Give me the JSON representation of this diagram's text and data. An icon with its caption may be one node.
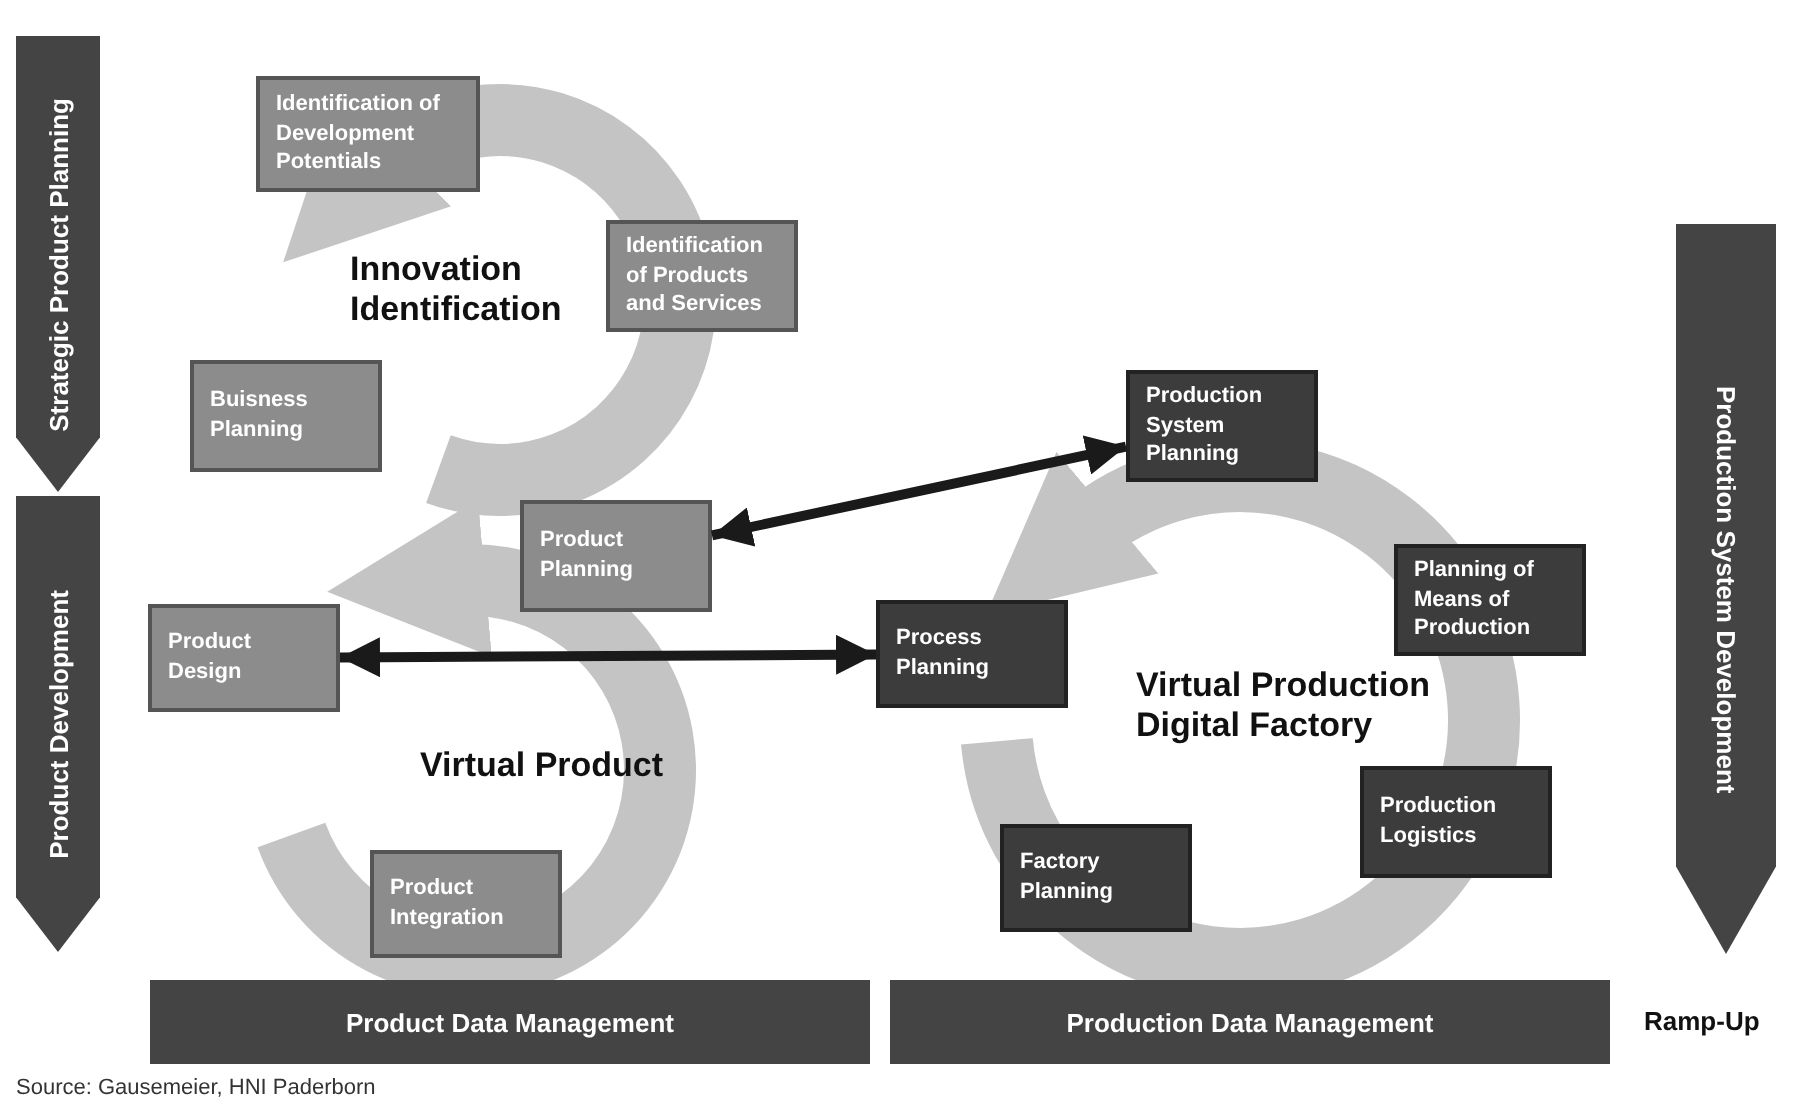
{
  "diagram": {
    "caption": "Source: Gausemeier, HNI Paderborn",
    "nodes": [
      {
        "text": [
          "Strategic Product Planning"
        ]
      },
      {
        "text": [
          "Product Development"
        ]
      },
      {
        "text": [
          "Identification of Development Potentials"
        ]
      },
      {
        "text": [
          "Identification of Products and Services"
        ]
      },
      {
        "text": [
          "Buisness Planning"
        ]
      },
      {
        "text": [
          "Production System Planning"
        ]
      },
      {
        "text": [
          "Production System Development"
        ]
      },
      {
        "text": [
          "Product Planning"
        ]
      },
      {
        "text": [
          "Product Design"
        ]
      },
      {
        "text": [
          "Process Planning"
        ]
      },
      {
        "text": [
          "Planning of Means of Production"
        ]
      },
      {
        "text": [
          "Production Logistics"
        ]
      },
      {
        "text": [
          "Factory Planning"
        ]
      },
      {
        "text": [
          "Product Integration"
        ]
      },
      {
        "text": [
          "Product Data Management"
        ]
      },
      {
        "text": [
          "Production Data Management"
        ]
      }
    ],
    "edges": [
      {
        "from": 7,
        "to": 5,
        "arrow": "both"
      },
      {
        "from": 8,
        "to": 9,
        "arrow": "both"
      }
    ],
    "labels": [
      "Innovation Identification",
      "Virtual Production Digital Factory",
      "Virtual Product",
      "Ramp-Up"
    ]
  }
}
